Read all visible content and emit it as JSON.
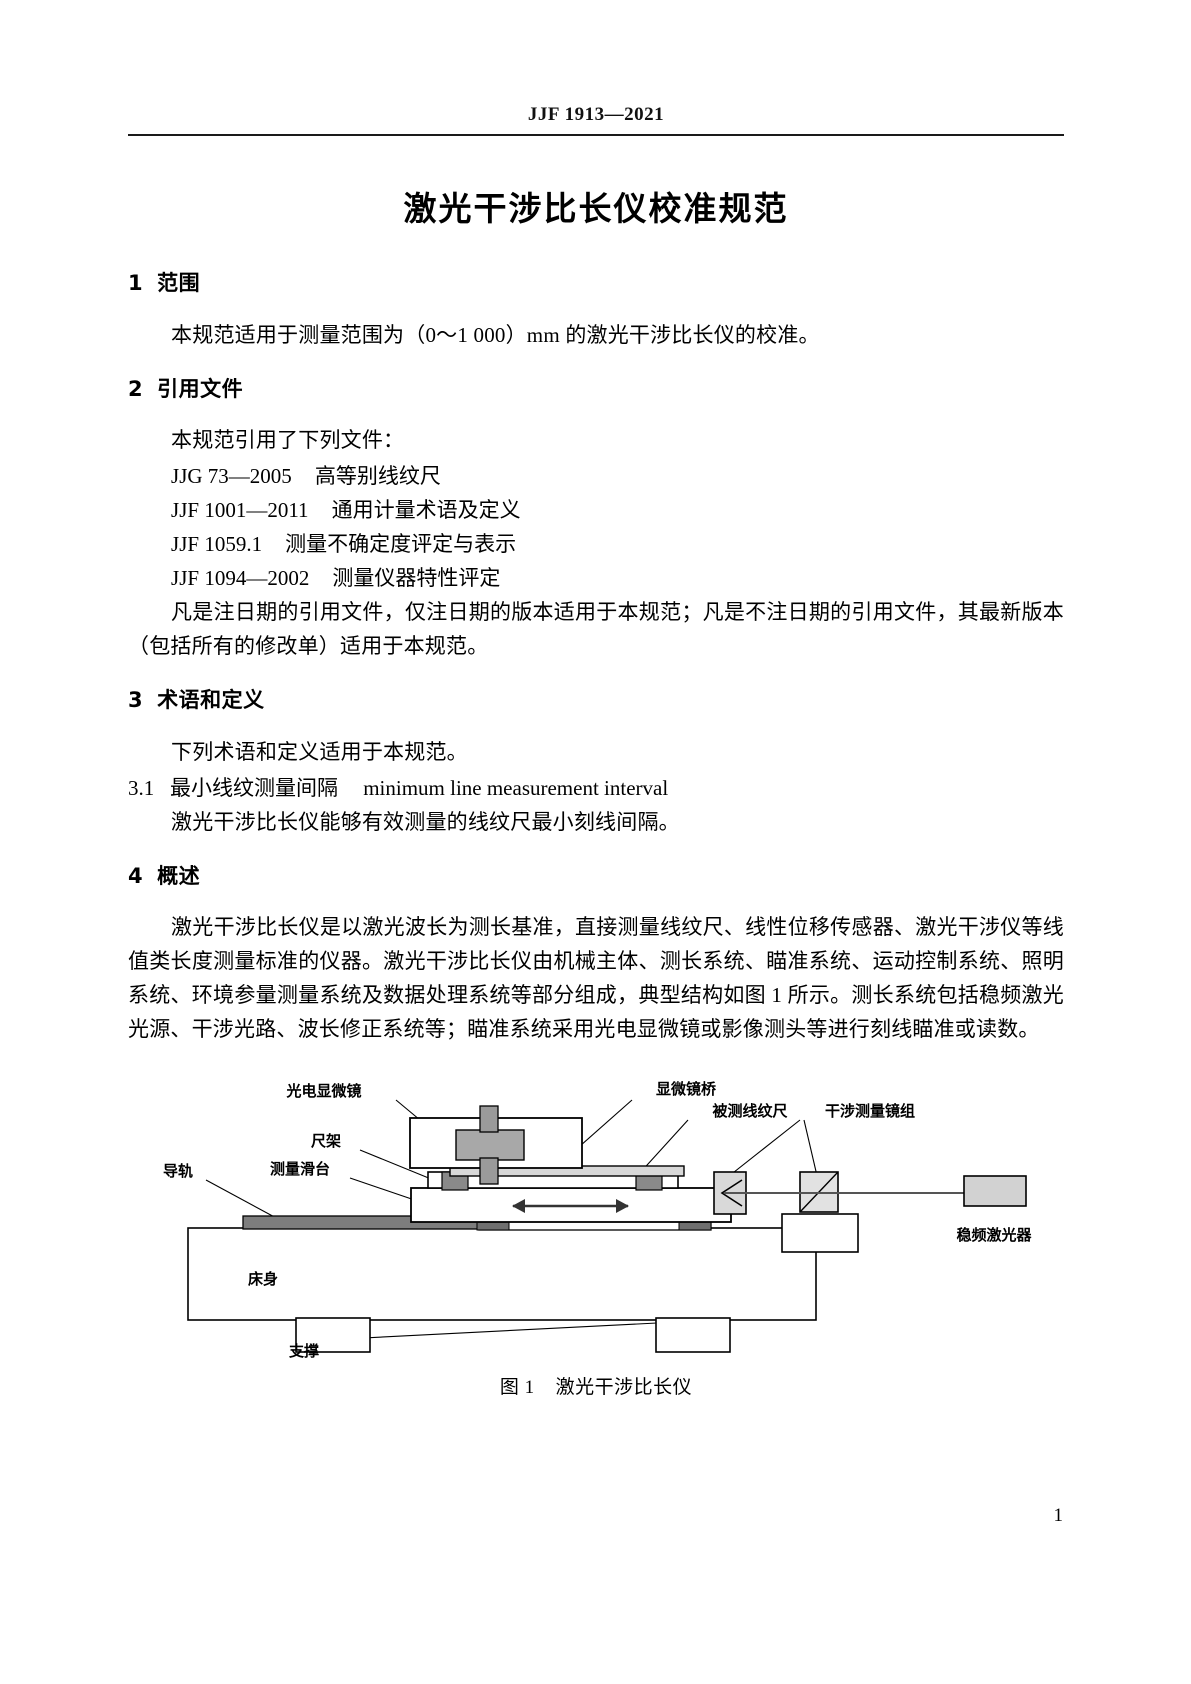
{
  "header": {
    "running_head": "JJF 1913—2021"
  },
  "title": "激光干涉比长仪校准规范",
  "sections": {
    "s1": {
      "num": "1",
      "heading": "范围",
      "para": "本规范适用于测量范围为（0～1 000）mm 的激光干涉比长仪的校准。"
    },
    "s2": {
      "num": "2",
      "heading": "引用文件",
      "lead": "本规范引用了下列文件：",
      "refs": [
        {
          "code": "JJG 73—2005",
          "title": "高等别线纹尺"
        },
        {
          "code": "JJF 1001—2011",
          "title": "通用计量术语及定义"
        },
        {
          "code": "JJF 1059.1",
          "title": "测量不确定度评定与表示"
        },
        {
          "code": "JJF 1094—2002",
          "title": "测量仪器特性评定"
        }
      ],
      "closing": "凡是注日期的引用文件，仅注日期的版本适用于本规范；凡是不注日期的引用文件，其最新版本（包括所有的修改单）适用于本规范。"
    },
    "s3": {
      "num": "3",
      "heading": "术语和定义",
      "lead": "下列术语和定义适用于本规范。",
      "terms": [
        {
          "num": "3.1",
          "zh": "最小线纹测量间隔",
          "en": "minimum line measurement interval",
          "definition": "激光干涉比长仪能够有效测量的线纹尺最小刻线间隔。"
        }
      ]
    },
    "s4": {
      "num": "4",
      "heading": "概述",
      "para": "激光干涉比长仪是以激光波长为测长基准，直接测量线纹尺、线性位移传感器、激光干涉仪等线值类长度测量标准的仪器。激光干涉比长仪由机械主体、测长系统、瞄准系统、运动控制系统、照明系统、环境参量测量系统及数据处理系统等部分组成，典型结构如图 1 所示。测长系统包括稳频激光光源、干涉光路、波长修正系统等；瞄准系统采用光电显微镜或影像测头等进行刻线瞄准或读数。"
    }
  },
  "figure": {
    "caption_num": "图 1",
    "caption_text": "激光干涉比长仪",
    "labels": {
      "photoelectric_microscope": "光电显微镜",
      "microscope_bridge": "显微镜桥",
      "measured_line_scale": "被测线纹尺",
      "interference_mirror_group": "干涉测量镜组",
      "scale_frame": "尺架",
      "measuring_slide": "测量滑台",
      "guide_rail": "导轨",
      "stabilized_laser": "稳频激光器",
      "bed": "床身",
      "support": "支撑"
    }
  },
  "page_number": "1"
}
